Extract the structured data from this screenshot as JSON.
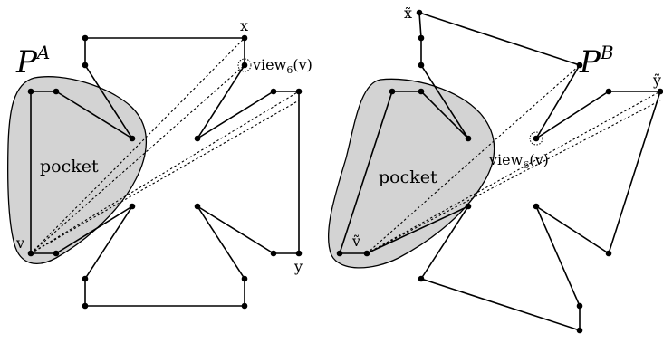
{
  "panel_a": {
    "title": "P",
    "title_superscript": "A",
    "pocket_label": "pocket",
    "label_x": "x",
    "label_y": "y",
    "label_v": "v",
    "view_label_prefix": "view",
    "view_label_subscript": "6",
    "view_label_suffix": "(v)"
  },
  "panel_b": {
    "title": "P",
    "title_superscript": "B",
    "pocket_label": "pocket",
    "label_x": "x̃",
    "label_y": "ỹ",
    "label_v": "ṽ",
    "view_label_prefix": "view",
    "view_label_subscript": "6",
    "view_label_suffix": "(v)"
  }
}
